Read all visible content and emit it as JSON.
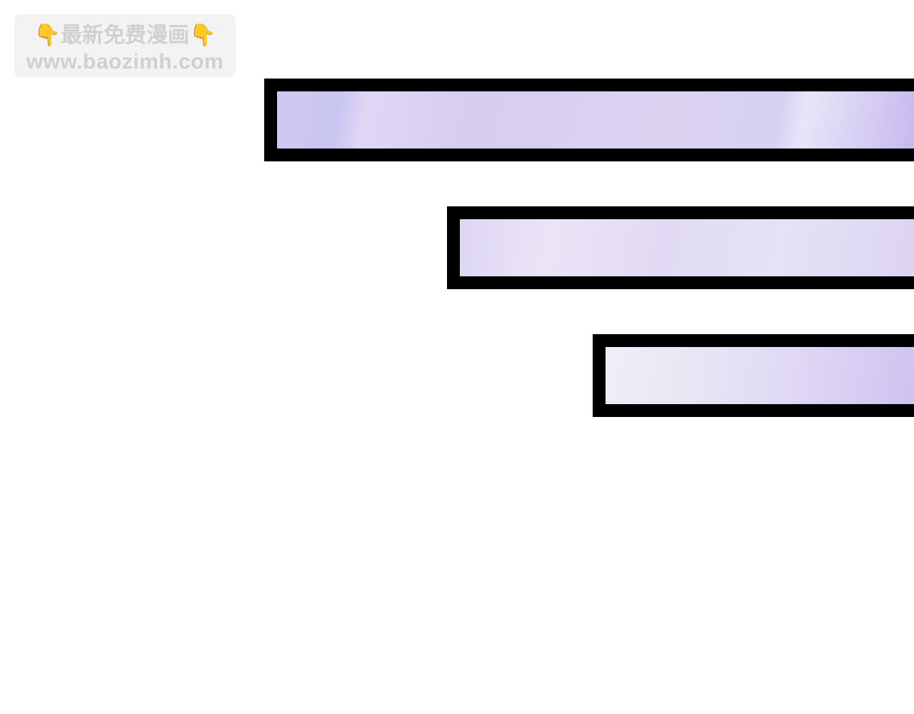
{
  "watermark": {
    "line1": "👇最新免费漫画👇",
    "line2": "www.baozimh.com"
  },
  "panels": [
    {
      "name": "panel-1",
      "border_color": "#000000",
      "fill_color": "#d4c8f0"
    },
    {
      "name": "panel-2",
      "border_color": "#000000",
      "fill_color": "#e4dcf4"
    },
    {
      "name": "panel-3",
      "border_color": "#000000",
      "fill_color": "#e6e2f4"
    }
  ]
}
